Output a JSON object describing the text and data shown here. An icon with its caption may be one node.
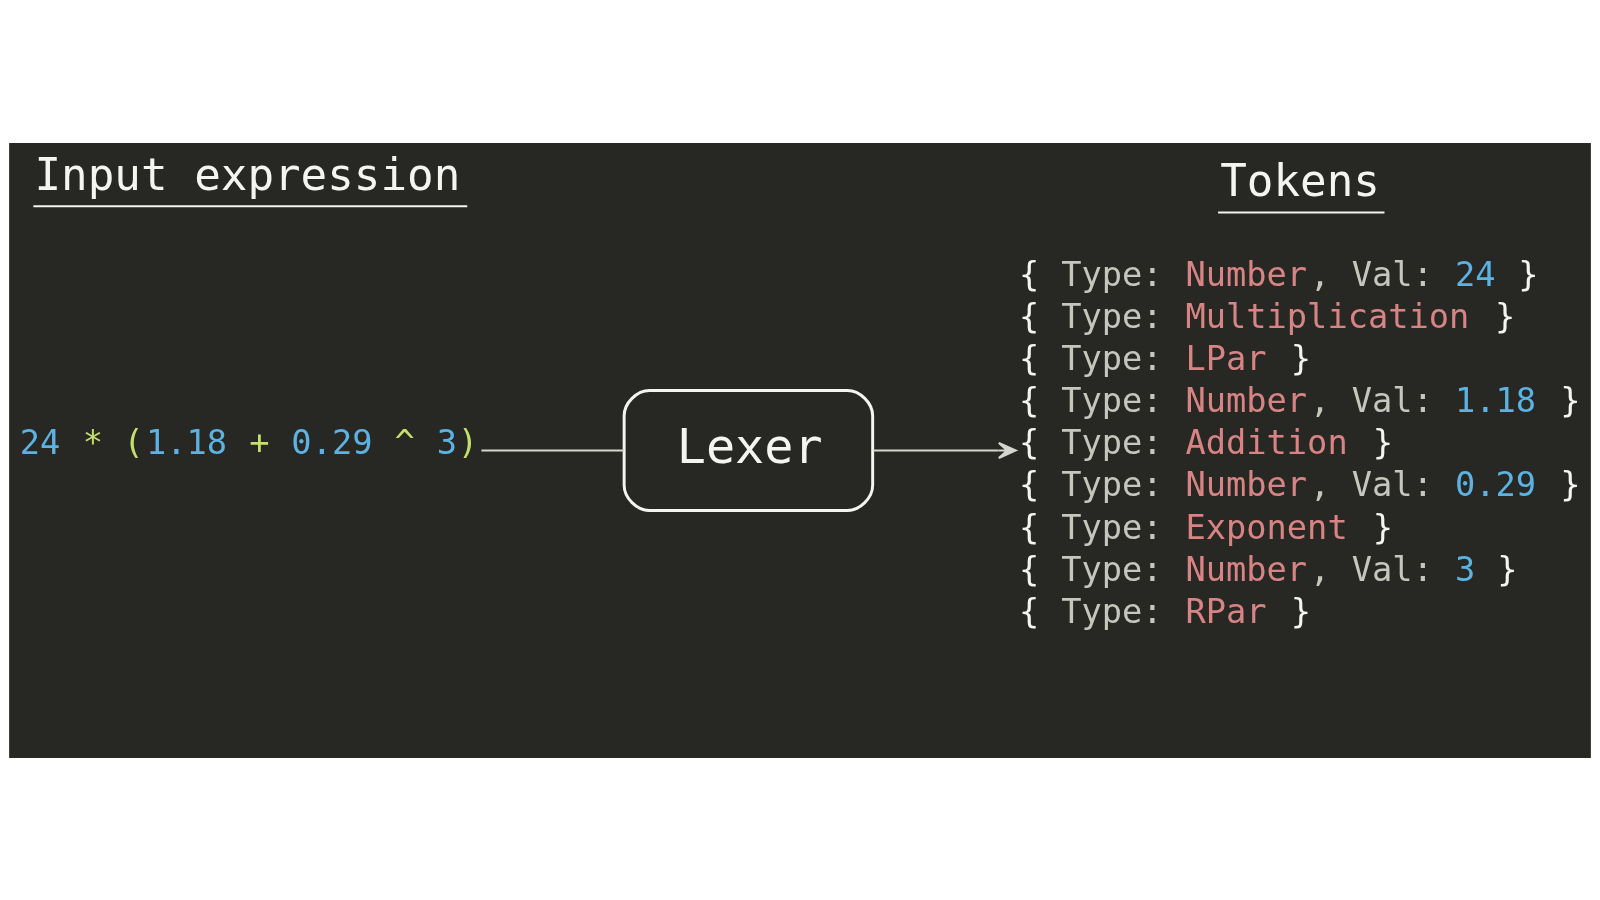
{
  "diagram": {
    "nodes": [
      {
        "text": [
          "Input expression",
          "24 * (1.18 + 0.29 ^ 3)"
        ]
      },
      {
        "text": [
          "Lexer"
        ]
      },
      {
        "text": [
          "Tokens",
          "{ Type: Number, Val: 24 }",
          "{ Type: Multiplication }",
          "{ Type: LPar }",
          "{ Type: Number, Val: 1.18 }",
          "{ Type: Addition }",
          "{ Type: Number, Val: 0.29 }",
          "{ Type: Exponent }",
          "{ Type: Number, Val: 3 }",
          "{ Type: RPar }"
        ]
      }
    ],
    "edges": [
      {
        "from": 0,
        "to": 1,
        "arrow": "none"
      },
      {
        "from": 1,
        "to": 2,
        "arrow": "to"
      }
    ]
  }
}
